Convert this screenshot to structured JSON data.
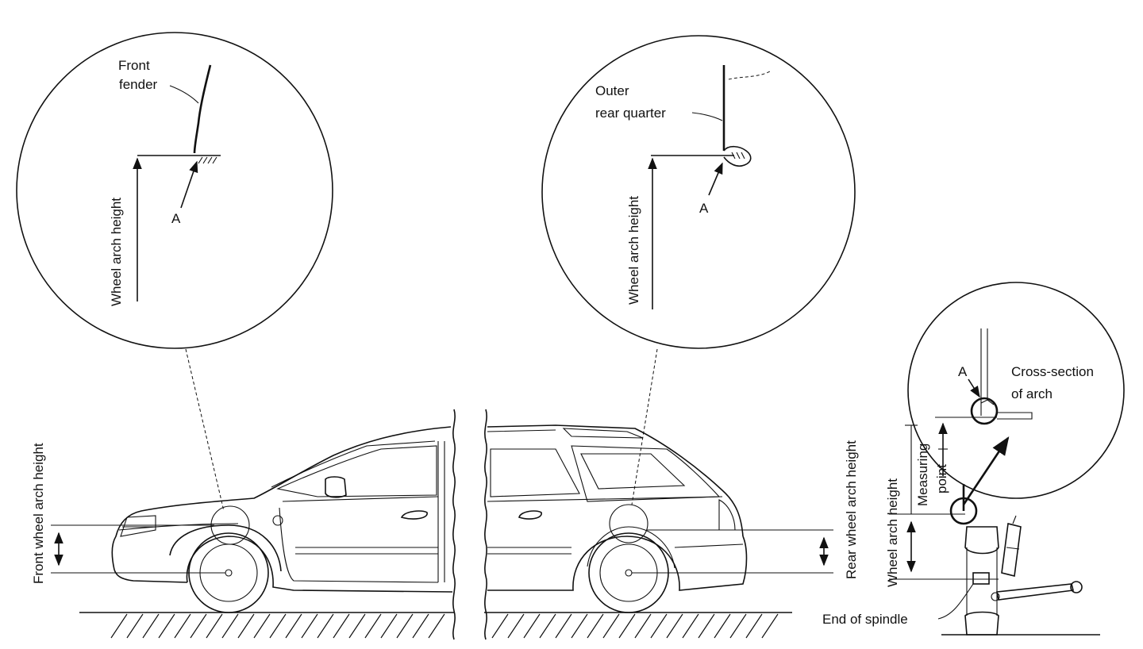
{
  "labels": {
    "front_fender": [
      "Front",
      "fender"
    ],
    "outer_rear_quarter": [
      "Outer",
      "rear quarter"
    ],
    "wheel_arch_height": "Wheel arch height",
    "point_a": "A",
    "front_wheel_arch_height": "Front wheel arch height",
    "rear_wheel_arch_height": "Rear wheel arch height",
    "cross_section": [
      "Cross-section",
      "of arch"
    ],
    "measuring_point": [
      "Measuring",
      "point"
    ],
    "end_of_spindle": "End of spindle"
  }
}
